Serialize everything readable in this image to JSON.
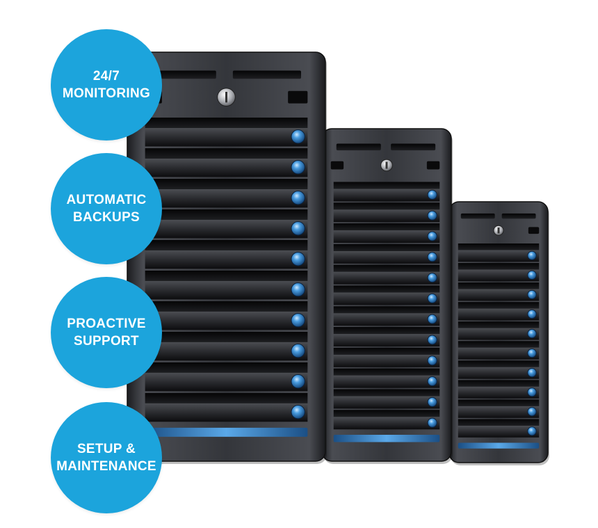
{
  "badges": [
    {
      "label": "24/7\nMONITORING"
    },
    {
      "label": "AUTOMATIC\nBACKUPS"
    },
    {
      "label": "PROACTIVE\nSUPPORT"
    },
    {
      "label": "SETUP &\nMAINTENANCE"
    }
  ],
  "colors": {
    "badge": "#1ca4dc",
    "server_body": "#2e2f33",
    "server_bay": "#111214",
    "led": "#3f8fd6",
    "accent_bar": "#3b8fd0"
  },
  "icons": [
    "server-tower-icon",
    "key-lock-icon",
    "status-led-icon"
  ]
}
